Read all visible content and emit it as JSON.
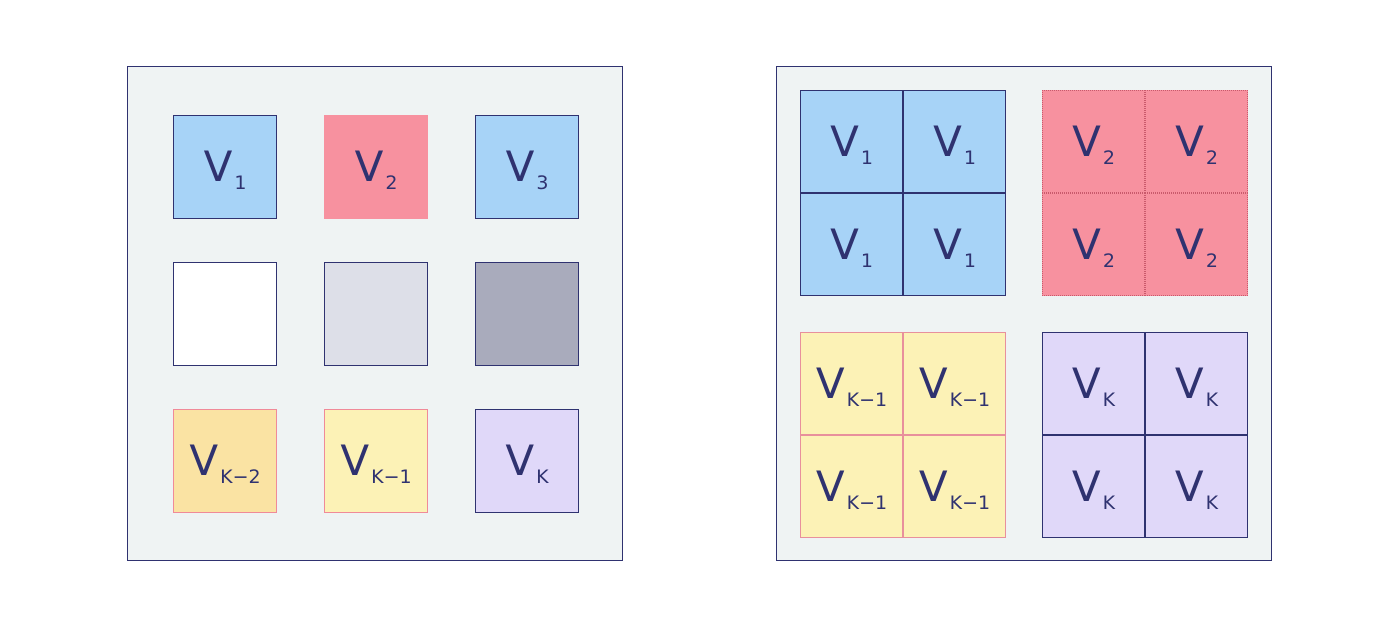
{
  "colors": {
    "blue": "#a7d3f7",
    "red": "#f7919f",
    "yellow": "#fcf2b6",
    "purple": "#e0d8f9",
    "white": "#ffffff",
    "light_gray": "#dddfe8",
    "dark_gray": "#a9abbc",
    "orange_yellow": "#fae3a3",
    "outline": "#2f3270",
    "panel_bg": "#eff3f3"
  },
  "left_grid": {
    "v1": {
      "base": "V",
      "sub": "1"
    },
    "v2": {
      "base": "V",
      "sub": "2"
    },
    "v3": {
      "base": "V",
      "sub": "3"
    },
    "vk2": {
      "base": "V",
      "sub": "K−2"
    },
    "vk1": {
      "base": "V",
      "sub": "K−1"
    },
    "vk": {
      "base": "V",
      "sub": "K"
    }
  },
  "right_grid": {
    "v1": {
      "base": "V",
      "sub": "1"
    },
    "v2": {
      "base": "V",
      "sub": "2"
    },
    "vk1": {
      "base": "V",
      "sub": "K−1"
    },
    "vk": {
      "base": "V",
      "sub": "K"
    }
  }
}
